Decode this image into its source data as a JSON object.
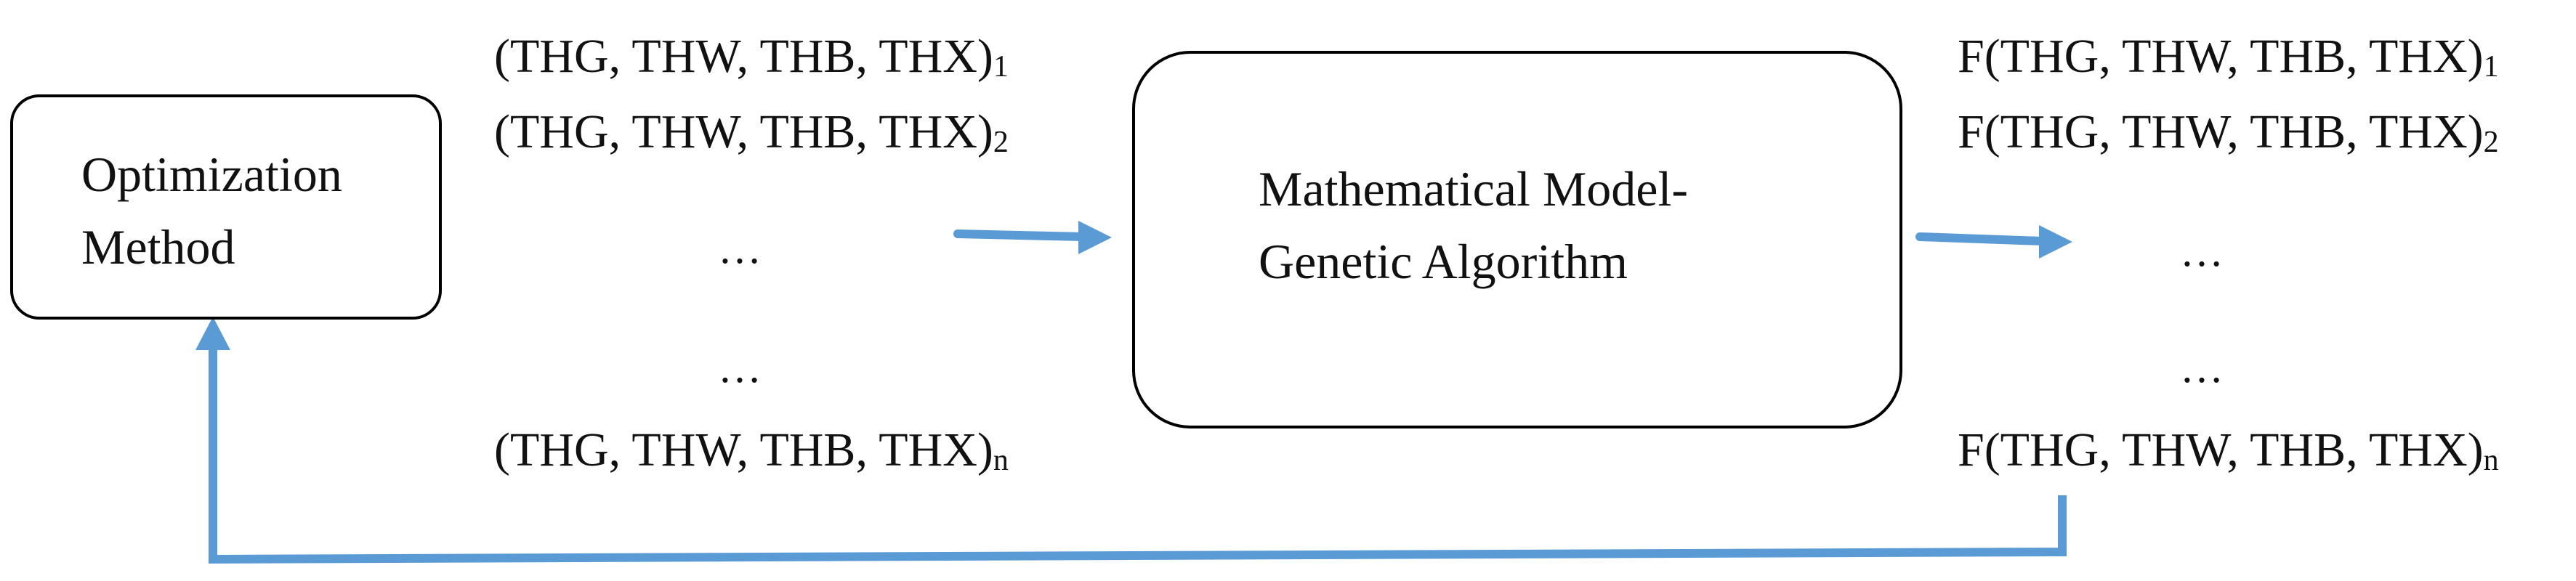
{
  "boxes": {
    "optimization": {
      "line1": "Optimization",
      "line2": "Method"
    },
    "model": {
      "line1": "Mathematical Model-",
      "line2": "Genetic Algorithm"
    }
  },
  "inputs": {
    "rows": [
      {
        "text": "(THG, THW, THB, THX)",
        "sub": "1"
      },
      {
        "text": "(THG, THW, THB, THX)",
        "sub": "2"
      },
      {
        "text": "(THG, THW, THB, THX)",
        "sub": "n"
      }
    ],
    "ellipsis": "…"
  },
  "outputs": {
    "rows": [
      {
        "text": "F(THG, THW, THB, THX)",
        "sub": "1"
      },
      {
        "text": "F(THG, THW, THB, THX)",
        "sub": "2"
      },
      {
        "text": "F(THG, THW, THB, THX)",
        "sub": "n"
      }
    ],
    "ellipsis": "…"
  },
  "colors": {
    "arrow": "#5b9bd5",
    "box_border": "#000000",
    "text": "#111111"
  }
}
